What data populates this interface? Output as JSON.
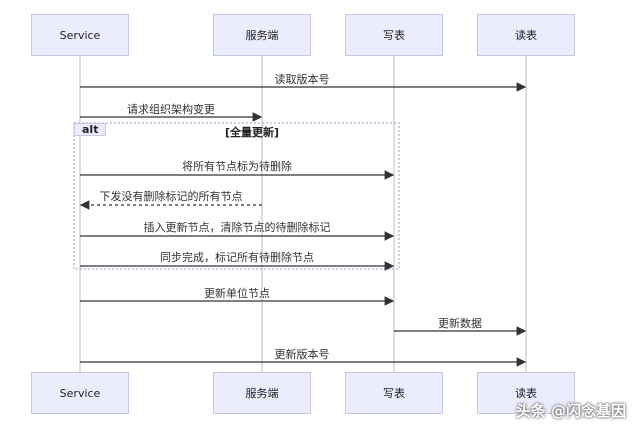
{
  "actors": [
    "Service",
    "服务端",
    "写表",
    "读表"
  ],
  "messages": [
    {
      "label": "读取版本号"
    },
    {
      "label": "请求组织架构变更"
    },
    {
      "label": "将所有节点标为待删除"
    },
    {
      "label": "下发没有删除标记的所有节点"
    },
    {
      "label": "插入更新节点，清除节点的待删除标记"
    },
    {
      "label": "同步完成，标记所有待删除节点"
    },
    {
      "label": "更新单位节点"
    },
    {
      "label": "更新数据"
    },
    {
      "label": "更新版本号"
    }
  ],
  "alt": {
    "tag": "alt",
    "condition": "[全量更新]"
  },
  "watermark": "头条 @闪念基因"
}
